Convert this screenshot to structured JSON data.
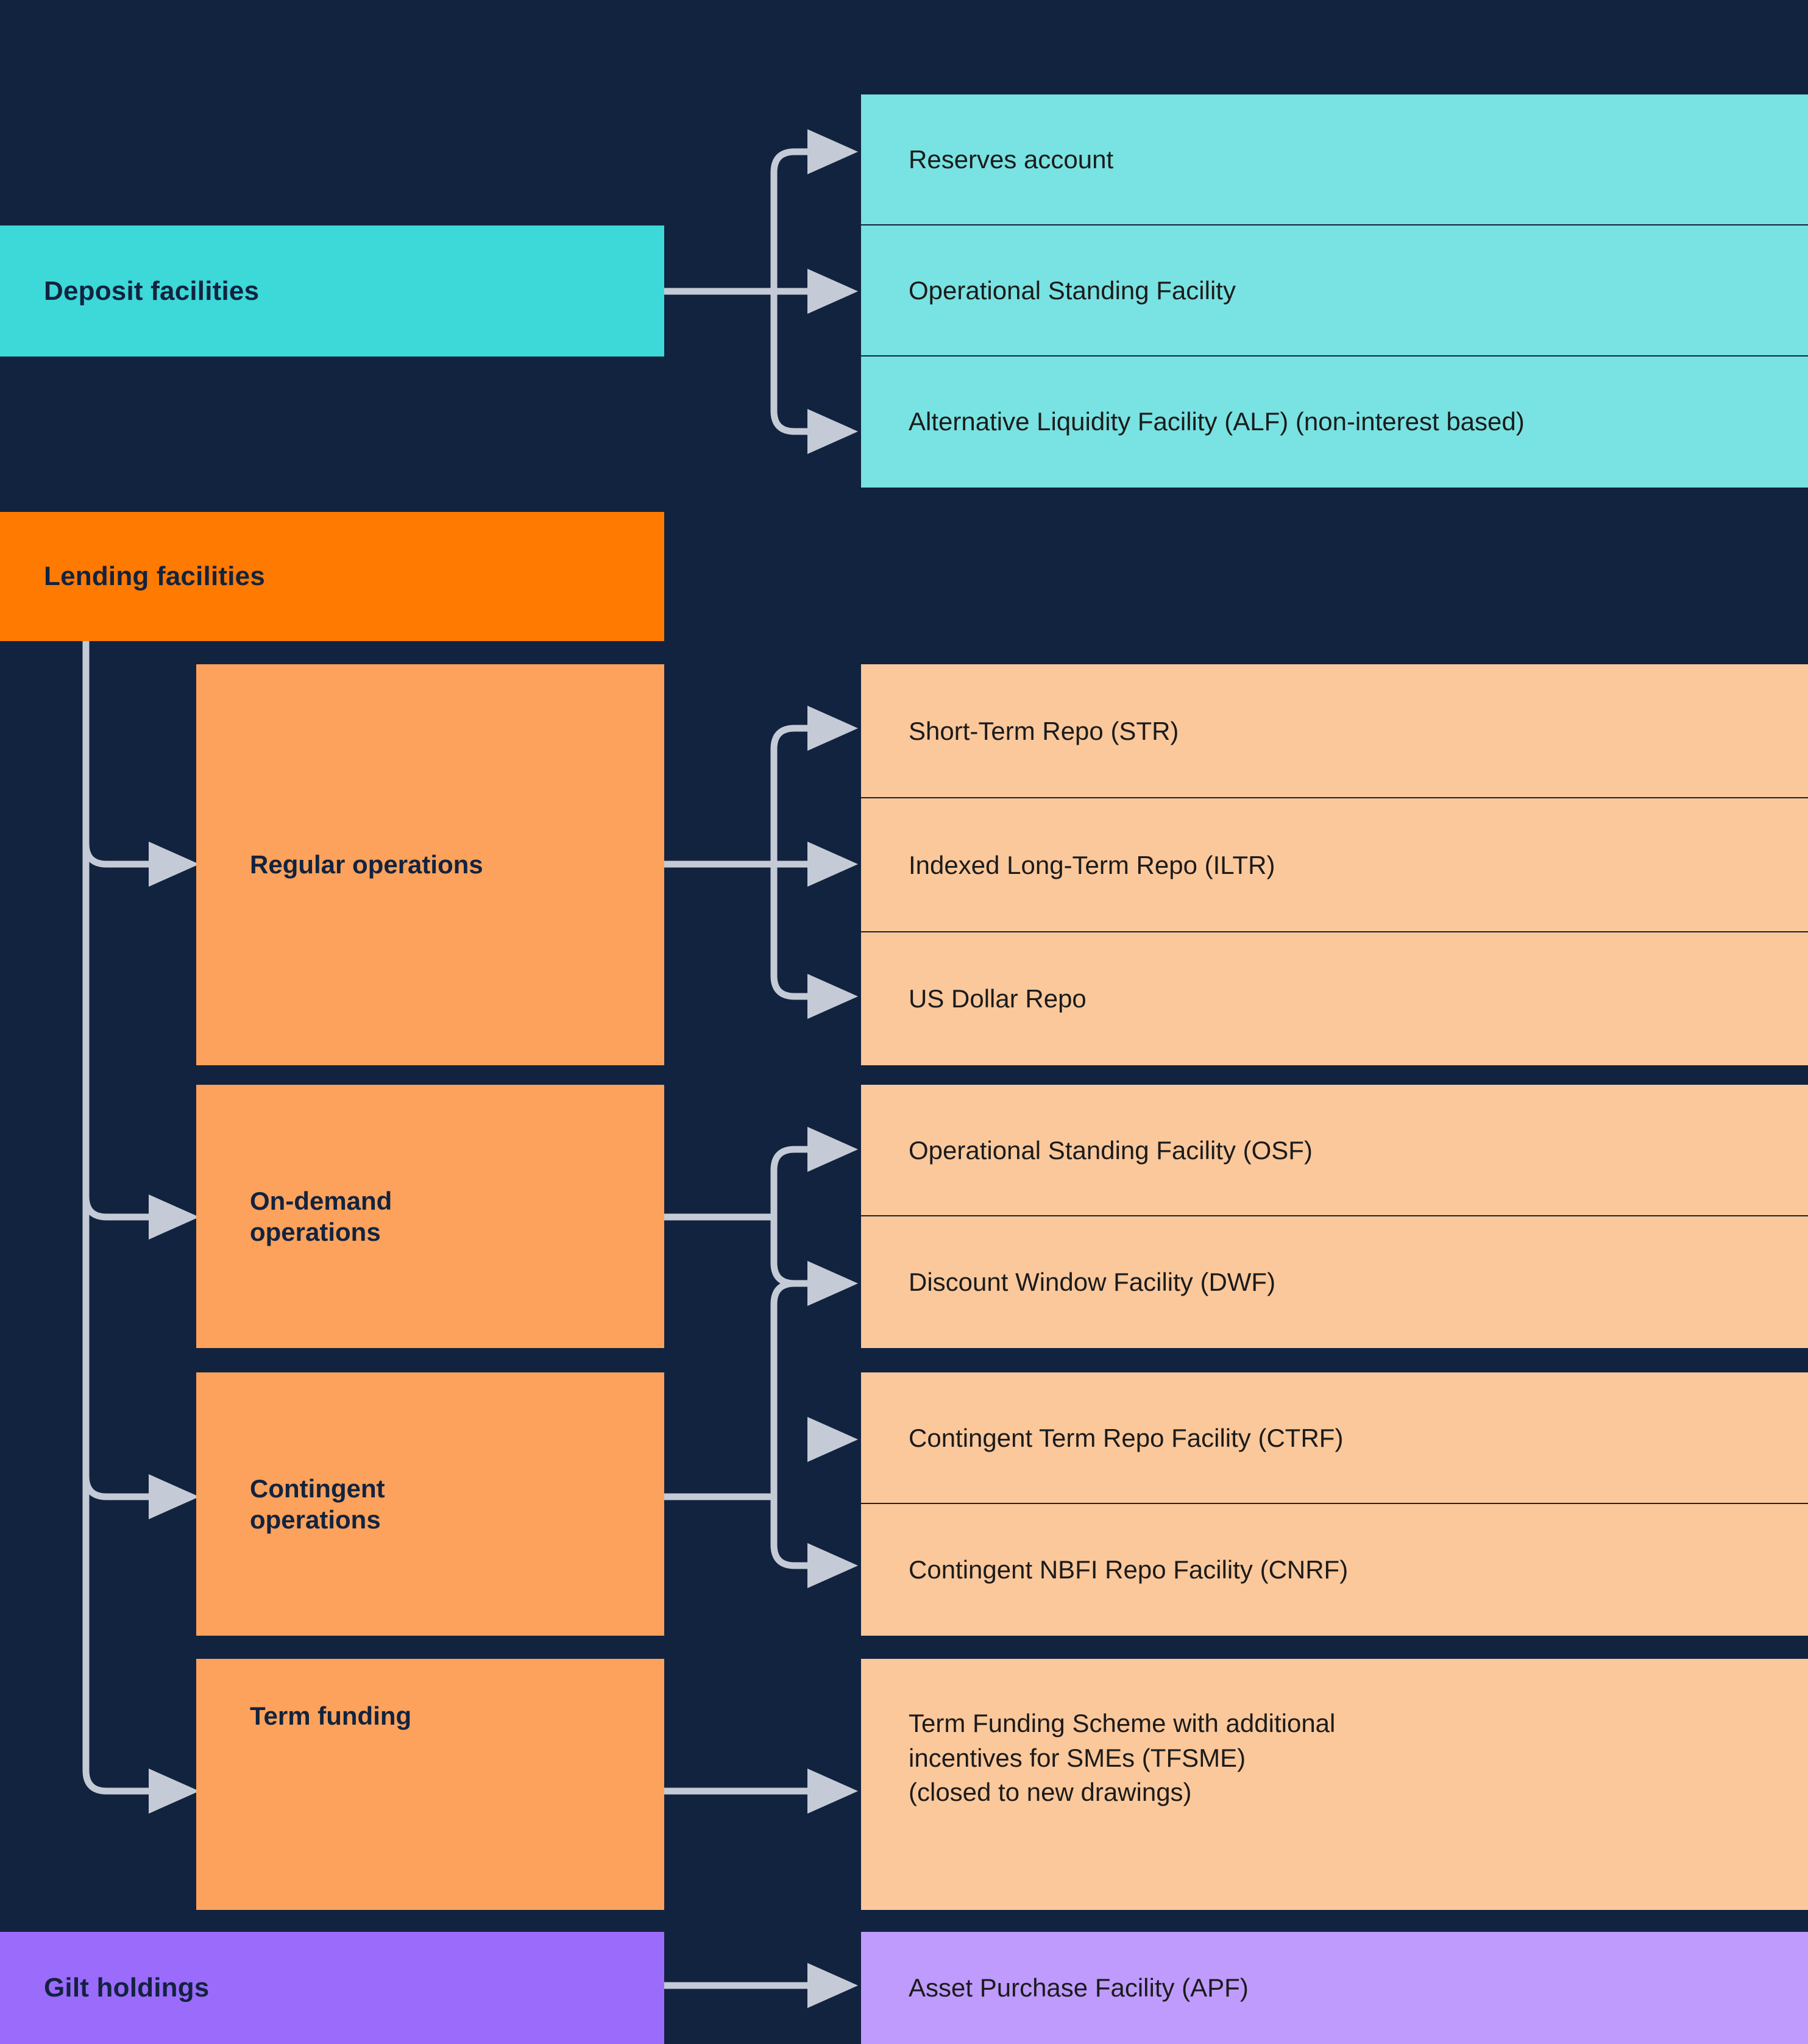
{
  "palette": {
    "background": "#12233f",
    "teal": "#3dd8d8",
    "teal_light": "#79e2e2",
    "orange": "#ff7a00",
    "orange_mid": "#fca25c",
    "orange_light": "#fbc89b",
    "purple": "#9b6bfc",
    "purple_light": "#be9bfc",
    "wire": "#c5cbd6",
    "text_dark": "#12233f",
    "text_body": "#1b1b1b"
  },
  "diagram": {
    "type": "flow-hierarchy",
    "orientation": "left-to-right",
    "groups": [
      {
        "id": "deposit",
        "label": "Deposit facilities",
        "color": "teal",
        "children": [
          {
            "label": "Reserves account"
          },
          {
            "label": "Operational Standing Facility"
          },
          {
            "label": "Alternative Liquidity Facility (ALF) (non-interest based)"
          }
        ]
      },
      {
        "id": "lending",
        "label": "Lending facilities",
        "color": "orange",
        "subgroups": [
          {
            "id": "regular",
            "label": "Regular operations",
            "children": [
              {
                "label": "Short-Term Repo (STR)"
              },
              {
                "label": "Indexed Long-Term Repo (ILTR)"
              },
              {
                "label": "US Dollar Repo"
              }
            ]
          },
          {
            "id": "on-demand",
            "label": "On-demand\noperations",
            "children": [
              {
                "label": "Operational Standing Facility (OSF)"
              },
              {
                "label": "Discount Window Facility (DWF)"
              }
            ]
          },
          {
            "id": "contingent",
            "label": "Contingent\noperations",
            "children": [
              {
                "label": "Contingent Term Repo Facility (CTRF)"
              },
              {
                "label": "Contingent NBFI Repo Facility (CNRF)"
              }
            ]
          },
          {
            "id": "term-funding",
            "label": "Term funding",
            "children": [
              {
                "label": "Term Funding Scheme with additional\nincentives for SMEs (TFSME)\n(closed to new drawings)"
              }
            ]
          }
        ]
      },
      {
        "id": "gilt",
        "label": "Gilt holdings",
        "color": "purple",
        "children": [
          {
            "label": "Asset Purchase Facility (APF)"
          }
        ]
      }
    ]
  }
}
